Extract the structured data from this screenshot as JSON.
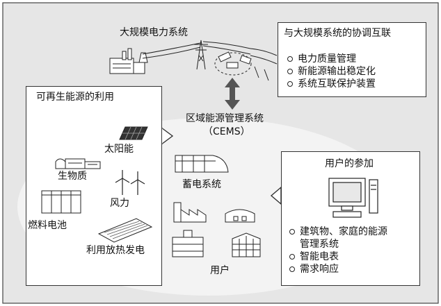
{
  "top_title": "大规模电力系统",
  "coordination_box": {
    "title": "与大规模系统的协调互联",
    "items": [
      "电力质量管理",
      "新能源输出稳定化",
      "系统互联保护装置"
    ]
  },
  "renewables_box": {
    "title": "可再生能源的利用",
    "labels": {
      "solar": "太阳能",
      "biomass": "生物质",
      "wind": "风力",
      "fuel_cell": "燃料电池",
      "waste_heat": "利用放热发电"
    }
  },
  "cems": {
    "line1": "区域能源管理系统",
    "line2": "（CEMS）"
  },
  "storage_label": "蓄电系统",
  "users_label": "用户",
  "participation_box": {
    "title": "用户的参加",
    "items": [
      "建筑物、家庭的能源",
      "管理系统",
      "智能电表",
      "需求响应"
    ]
  },
  "colors": {
    "background": "#e6e6e6",
    "ellipse": "#f3f3f3",
    "line": "#333333"
  }
}
